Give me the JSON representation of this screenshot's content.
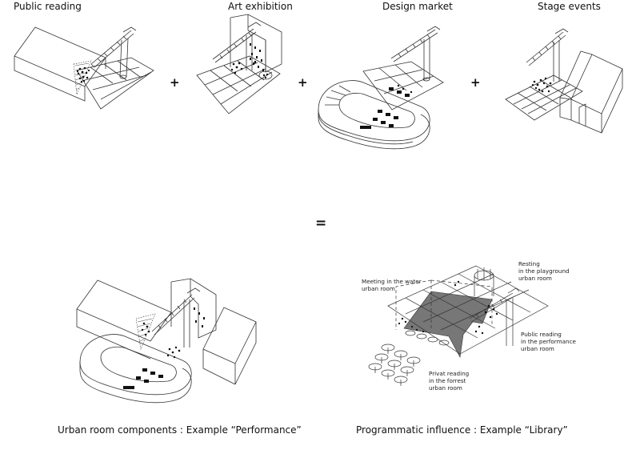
{
  "panels": [
    {
      "title": "Public reading"
    },
    {
      "title": "Art exhibition"
    },
    {
      "title": "Design market"
    },
    {
      "title": "Stage events"
    }
  ],
  "operators": {
    "plus": "+",
    "equals": "="
  },
  "bottom": {
    "left_caption": "Urban room components : Example “Performance”",
    "right_caption": "Programmatic influence : Example “Library”"
  },
  "annotations": {
    "water": [
      "Meeting in the water",
      "urban room"
    ],
    "resting": [
      "Resting",
      "in the playground",
      "urban room"
    ],
    "public": [
      "Public reading",
      "in the performance",
      "urban room"
    ],
    "forrest": [
      "Privat reading",
      "in the forrest",
      "urban room"
    ]
  },
  "colors": {
    "line": "#333333",
    "fill_dark": "#777777",
    "crowd": "#111111"
  }
}
